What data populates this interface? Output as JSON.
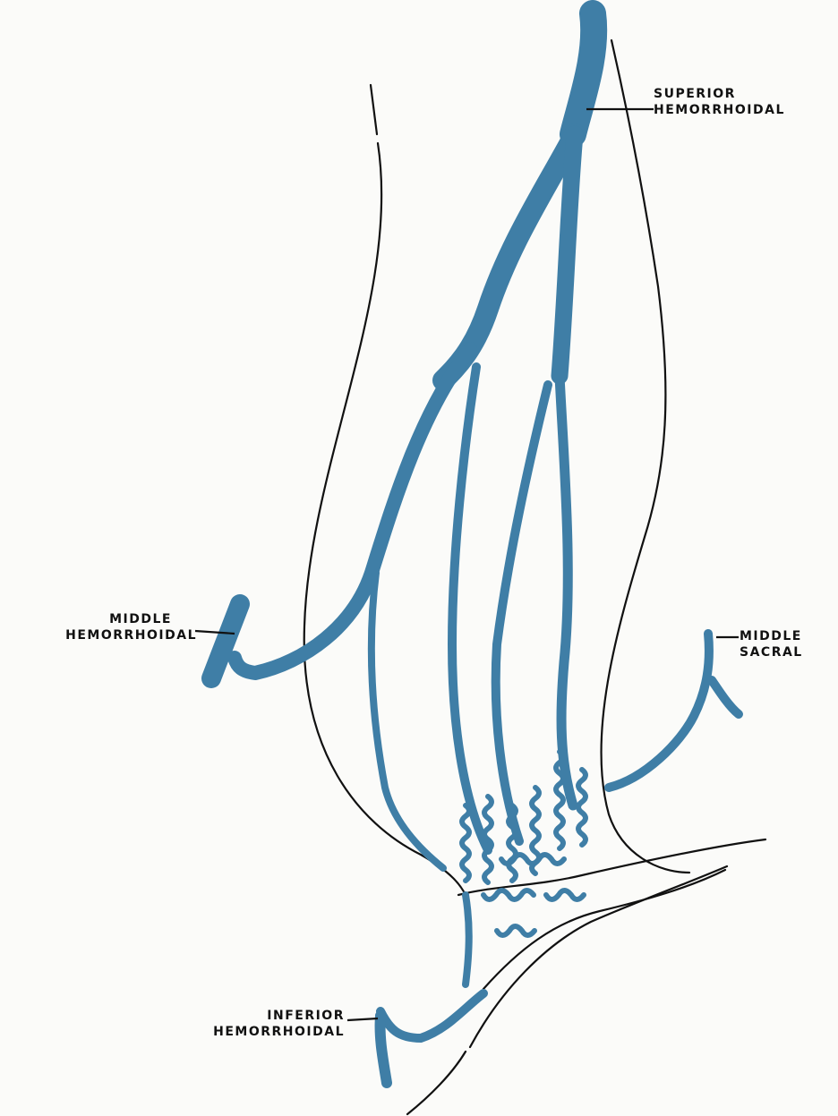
{
  "labels": {
    "superior": {
      "line1": "SUPERIOR",
      "line2": "HEMORRHOIDAL"
    },
    "middle_hemorrhoidal": {
      "line1": "MIDDLE",
      "line2": "HEMORRHOIDAL"
    },
    "middle_sacral": {
      "line1": "MIDDLE",
      "line2": "SACRAL"
    },
    "inferior": {
      "line1": "INFERIOR",
      "line2": "HEMORRHOIDAL"
    }
  },
  "colors": {
    "vessel": "#3f7ea6",
    "vessel_dark": "#1f4f70",
    "outline": "#111111",
    "background": "#fbfbf9"
  }
}
